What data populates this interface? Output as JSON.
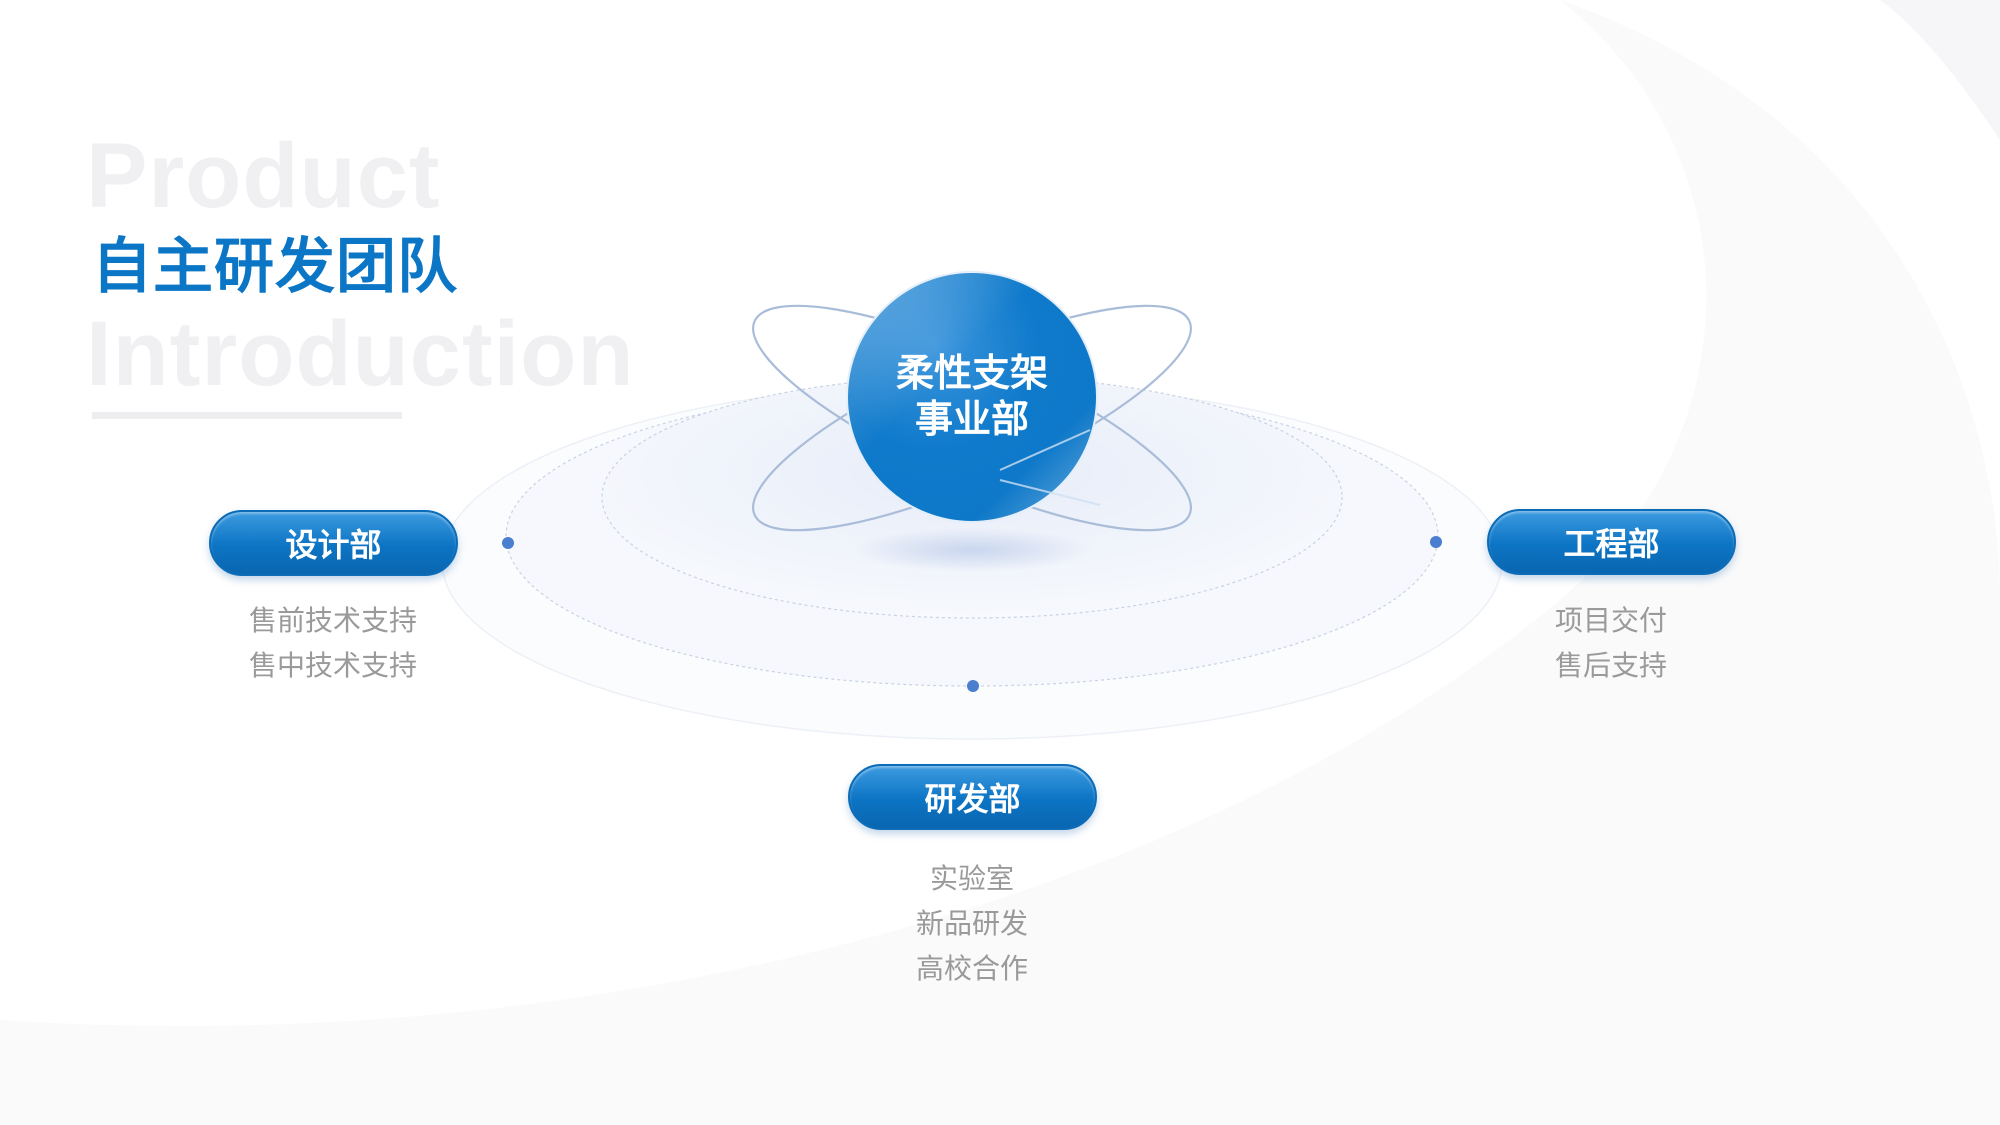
{
  "header": {
    "bg_text_line1": "Product",
    "bg_text_line2": "Introduction",
    "title": "自主研发团队"
  },
  "center": {
    "line1": "柔性支架",
    "line2": "事业部"
  },
  "departments": [
    {
      "name": "设计部",
      "items": [
        "售前技术支持",
        "售中技术支持"
      ]
    },
    {
      "name": "工程部",
      "items": [
        "项目交付",
        "售后支持"
      ]
    },
    {
      "name": "研发部",
      "items": [
        "实验室",
        "新品研发",
        "高校合作"
      ]
    }
  ],
  "colors": {
    "accent": "#0b76c5",
    "subtext": "#9a9a9a",
    "dot": "#4a7fd0"
  }
}
